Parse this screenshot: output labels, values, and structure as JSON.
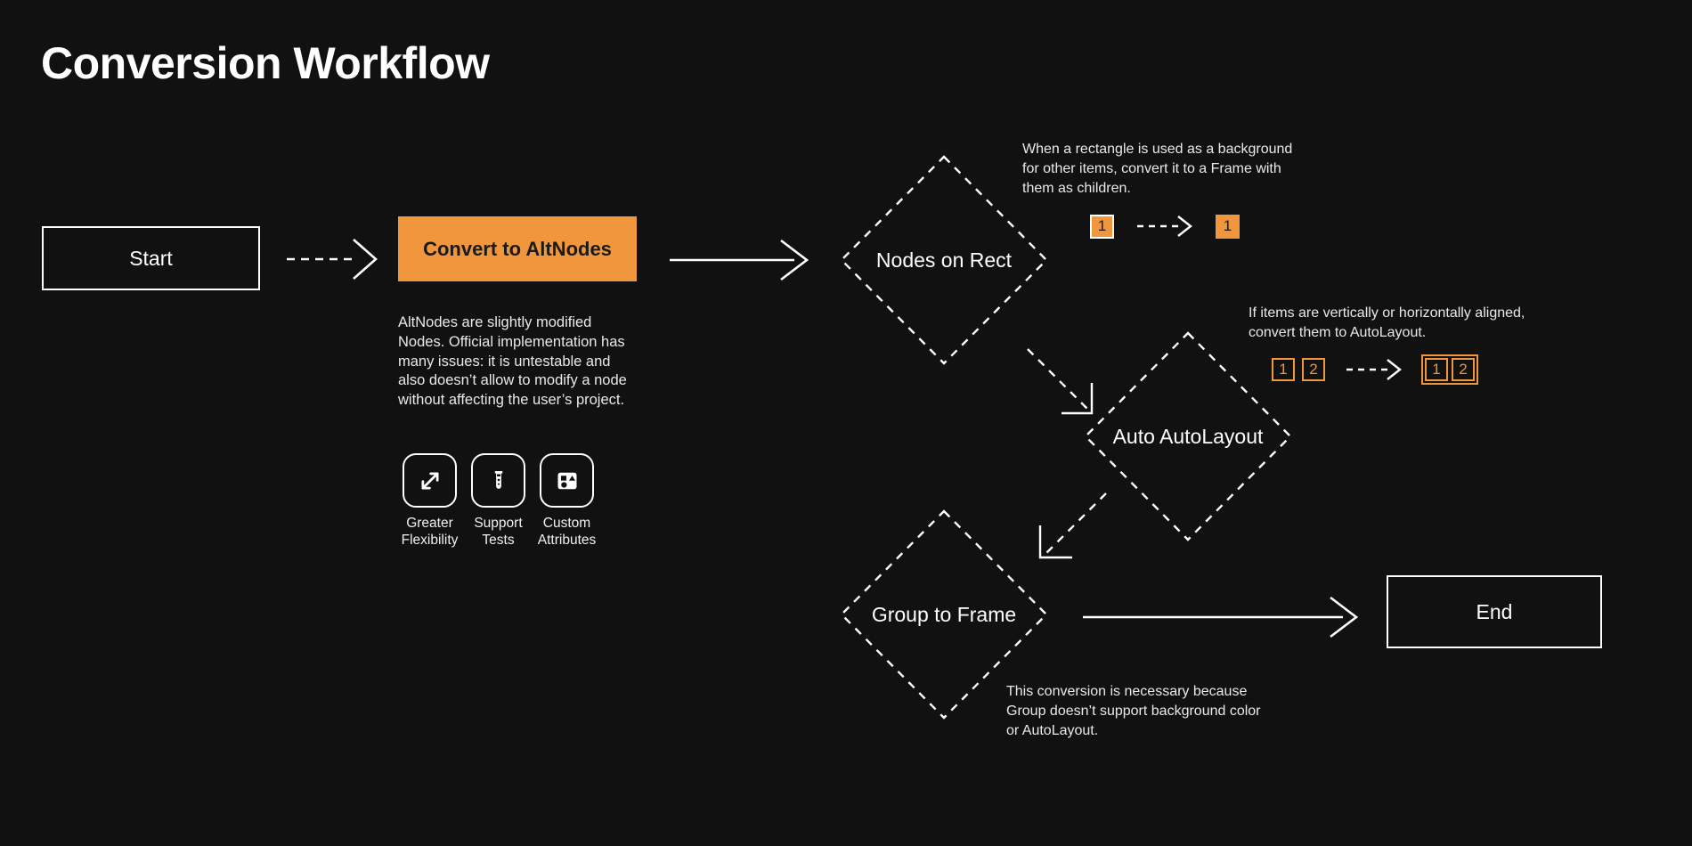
{
  "page": {
    "title": "Conversion Workflow",
    "background_color": "#111111",
    "accent_color": "#F0973E",
    "line_color": "#FFFFFF"
  },
  "nodes": {
    "start": {
      "label": "Start",
      "shape": "rectangle"
    },
    "convert": {
      "label": "Convert to AltNodes",
      "shape": "rectangle-filled"
    },
    "nodes_on_rect": {
      "label": "Nodes on Rect",
      "shape": "diamond"
    },
    "auto_autolayout": {
      "label": "Auto AutoLayout",
      "shape": "diamond"
    },
    "group_to_frame": {
      "label": "Group to Frame",
      "shape": "diamond"
    },
    "end": {
      "label": "End",
      "shape": "rectangle"
    }
  },
  "descriptions": {
    "altnodes": "AltNodes are slightly modified Nodes. Official implementation has many issues: it is untestable and also doesn’t allow to modify a node without affecting the user’s project.",
    "nodes_on_rect": "When a rectangle is used as a background for other items, convert it to a Frame with them as children.",
    "auto_autolayout": "If items are vertically or horizontally aligned, convert them to AutoLayout.",
    "group_to_frame": "This conversion is necessary because Group doesn’t support background color or AutoLayout."
  },
  "features": [
    {
      "icon": "expand-arrows-icon",
      "caption": "Greater Flexibility"
    },
    {
      "icon": "test-tube-icon",
      "caption": "Support Tests"
    },
    {
      "icon": "shapes-icon",
      "caption": "Custom Attributes"
    }
  ],
  "illustrations": {
    "rect_to_frame": {
      "before": [
        {
          "text": "1",
          "style": "solid-bordered"
        }
      ],
      "after": [
        {
          "text": "1",
          "style": "solid"
        }
      ]
    },
    "items_to_autolayout": {
      "before": [
        {
          "text": "1",
          "style": "outline"
        },
        {
          "text": "2",
          "style": "outline"
        }
      ],
      "after": [
        {
          "text": "1",
          "style": "outline"
        },
        {
          "text": "2",
          "style": "outline"
        }
      ]
    }
  },
  "connectors": [
    {
      "from": "start",
      "to": "convert",
      "style": "dashed"
    },
    {
      "from": "convert",
      "to": "nodes_on_rect",
      "style": "solid"
    },
    {
      "from": "nodes_on_rect",
      "to": "auto_autolayout",
      "style": "dashed"
    },
    {
      "from": "auto_autolayout",
      "to": "group_to_frame",
      "style": "dashed"
    },
    {
      "from": "group_to_frame",
      "to": "end",
      "style": "solid"
    }
  ]
}
